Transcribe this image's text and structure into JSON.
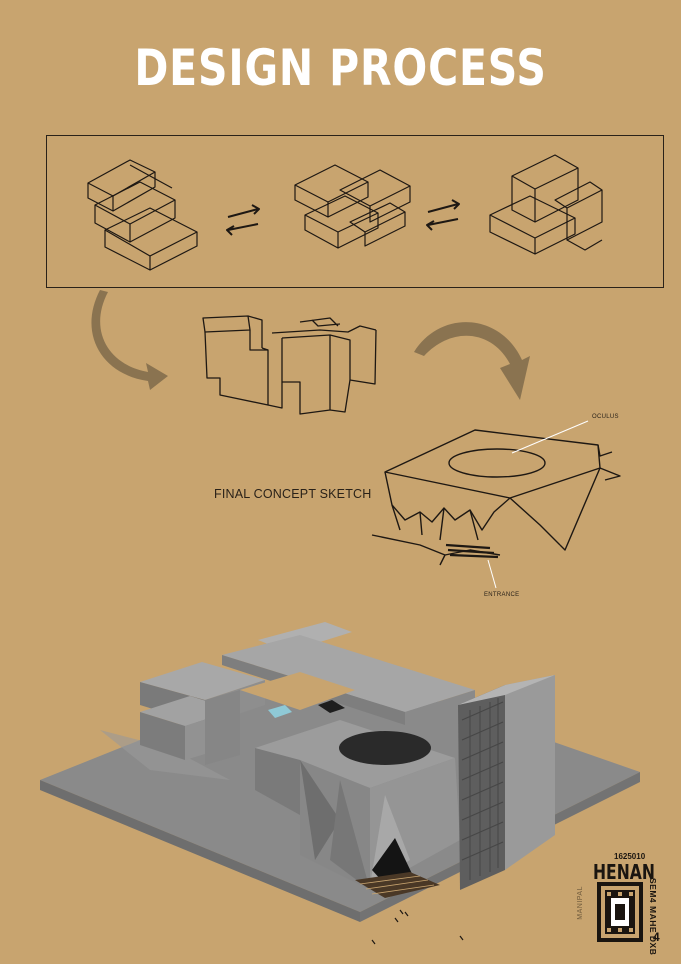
{
  "page": {
    "title": "DESIGN PROCESS",
    "final_concept_label": "FINAL CONCEPT SKETCH",
    "annotations": {
      "oculus": "OCULUS",
      "entrance": "ENTRANCE"
    }
  },
  "brand": {
    "roll_number": "1625010",
    "name": "HENAN",
    "subtitle": "SEM4 MAHE DXB",
    "institution": "MANIPAL",
    "page_number": "4"
  },
  "colors": {
    "background": "#c8a46f",
    "ink": "#2a2219",
    "arrow": "#8a7350",
    "concrete": "#8c8c8c"
  }
}
